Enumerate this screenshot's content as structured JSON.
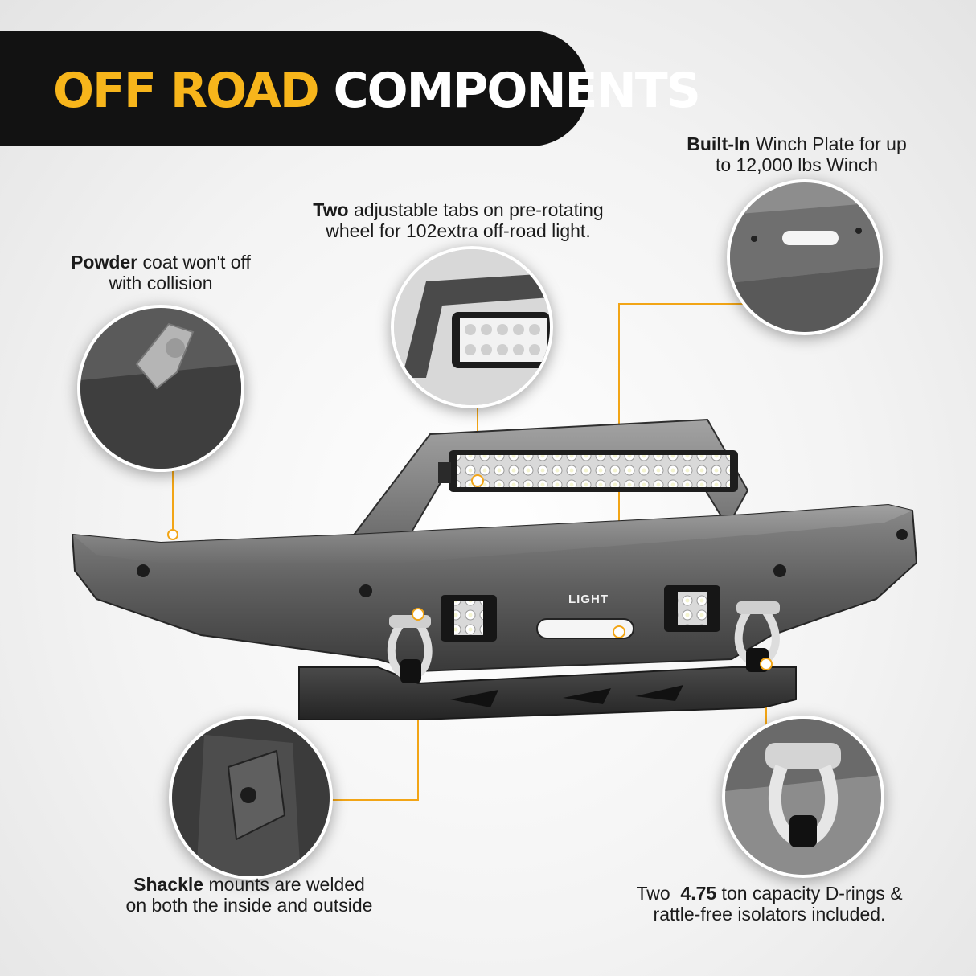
{
  "header": {
    "title_accent": "OFF ROAD",
    "title_rest": "COMPONENTS"
  },
  "colors": {
    "accent": "#f7b51b",
    "header_bg": "#121212",
    "text": "#1b1b1b",
    "leader_line": "#f2a516"
  },
  "callouts": {
    "winch": {
      "bold": "Built-In",
      "line1_rest": " Winch Plate for up",
      "line2": "to 12,000 lbs Winch"
    },
    "tabs": {
      "bold": "Two",
      "line1_rest": " adjustable tabs on pre-rotating",
      "line2": "wheel for 102extra off-road light."
    },
    "powder": {
      "bold": "Powder",
      "line1_rest": " coat won't off",
      "line2": "with collision"
    },
    "shackle": {
      "bold": "Shackle",
      "line1_rest": " mounts are welded",
      "line2": "on both the inside and outside"
    },
    "drings": {
      "line1_pre": "Two  ",
      "bold": "4.75",
      "line1_rest": " ton capacity D-rings &",
      "line2": "rattle-free isolators included."
    }
  },
  "product": {
    "brand": "LIGHT"
  }
}
